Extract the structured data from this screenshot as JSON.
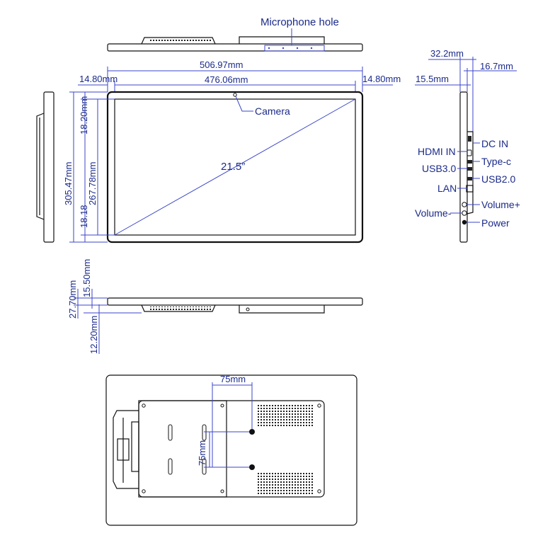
{
  "colors": {
    "line": "#111111",
    "dimension": "#3b46c8",
    "text": "#1a2a8a"
  },
  "labels": {
    "microphone_hole": "Microphone hole",
    "camera": "Camera",
    "diagonal": "21.5”",
    "dc_in": "DC IN",
    "hdmi_in": "HDMI IN",
    "type_c": "Type-c",
    "usb30": "USB3.0",
    "usb20": "USB2.0",
    "lan": "LAN",
    "volume_up": "Volume+",
    "volume_down": "Volume-",
    "power": "Power"
  },
  "dimensions": {
    "overall_width": "506.97mm",
    "screen_width": "476.06mm",
    "bezel_left": "14.80mm",
    "bezel_right": "14.80mm",
    "overall_height": "305.47mm",
    "bezel_top": "18.20mm",
    "screen_height": "267.78mm",
    "bezel_bottom": "18.18",
    "side_depth": "32.2mm",
    "side_depth_body": "16.7mm",
    "side_thin": "15.5mm",
    "bottom_total": "27.70mm",
    "bottom_body": "15.50mm",
    "bottom_bump": "12.20mm",
    "vesa_h": "75mm",
    "vesa_v": "75mm"
  }
}
